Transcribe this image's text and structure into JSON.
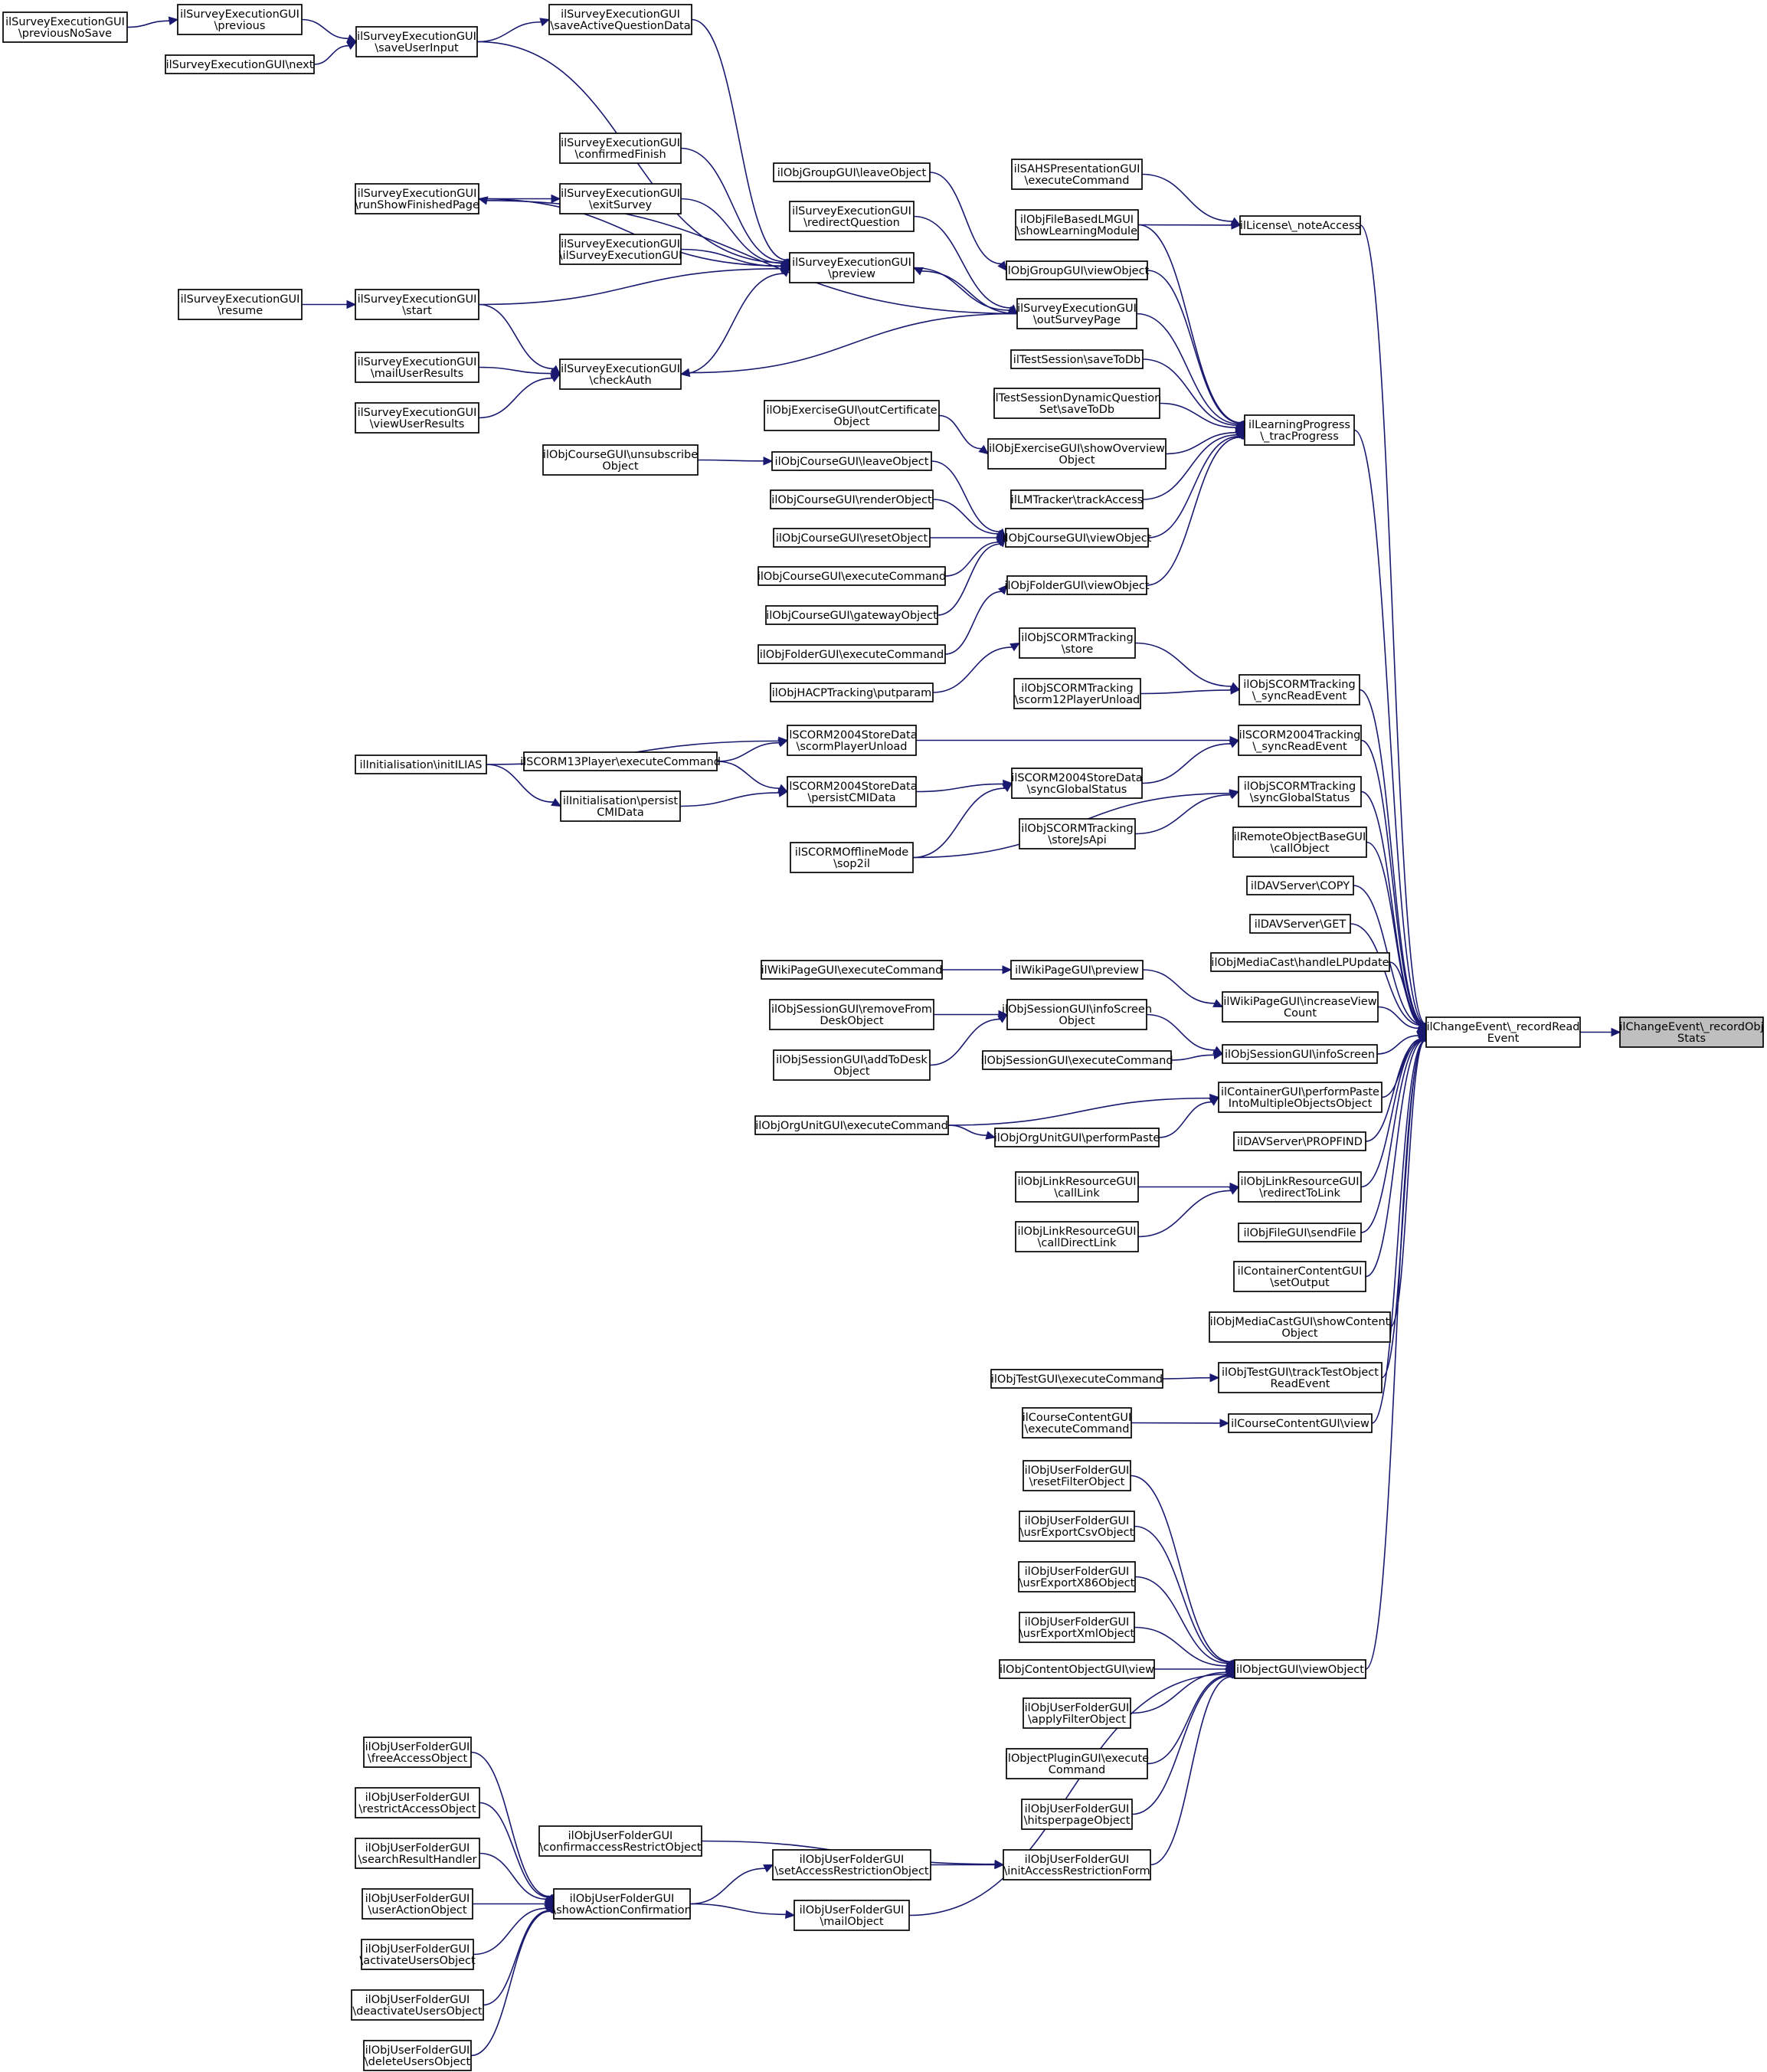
{
  "colors": {
    "edge": "#191970",
    "node_border": "#000000",
    "root_fill": "#bfbfbf"
  },
  "nodes": [
    {
      "id": "root",
      "lines": [
        "ilChangeEvent\\_recordObj",
        "Stats"
      ],
      "root": true
    },
    {
      "id": "recordRead",
      "lines": [
        "ilChangeEvent\\_recordRead",
        "Event"
      ]
    },
    {
      "id": "licNote",
      "lines": [
        "ilLicense\\_noteAccess"
      ]
    },
    {
      "id": "lpTrac",
      "lines": [
        "ilLearningProgress",
        "\\_tracProgress"
      ]
    },
    {
      "id": "scormSync",
      "lines": [
        "ilObjSCORMTracking",
        "\\_syncReadEvent"
      ]
    },
    {
      "id": "scorm2004Sync",
      "lines": [
        "ilSCORM2004Tracking",
        "\\_syncReadEvent"
      ]
    },
    {
      "id": "scormGlobal",
      "lines": [
        "ilObjSCORMTracking",
        "\\syncGlobalStatus"
      ]
    },
    {
      "id": "remoteCall",
      "lines": [
        "ilRemoteObjectBaseGUI",
        "\\callObject"
      ]
    },
    {
      "id": "davCopy",
      "lines": [
        "ilDAVServer\\COPY"
      ]
    },
    {
      "id": "davGet",
      "lines": [
        "ilDAVServer\\GET"
      ]
    },
    {
      "id": "mcHandle",
      "lines": [
        "ilObjMediaCast\\handleLPUpdate"
      ]
    },
    {
      "id": "wikiInc",
      "lines": [
        "ilWikiPageGUI\\increaseView",
        "Count"
      ]
    },
    {
      "id": "sessInfo",
      "lines": [
        "ilObjSessionGUI\\infoScreen"
      ]
    },
    {
      "id": "contPaste",
      "lines": [
        "ilContainerGUI\\performPaste",
        "IntoMultipleObjectsObject"
      ]
    },
    {
      "id": "davProp",
      "lines": [
        "ilDAVServer\\PROPFIND"
      ]
    },
    {
      "id": "linkRedirect",
      "lines": [
        "ilObjLinkResourceGUI",
        "\\redirectToLink"
      ]
    },
    {
      "id": "fileSend",
      "lines": [
        "ilObjFileGUI\\sendFile"
      ]
    },
    {
      "id": "ccSetOut",
      "lines": [
        "ilContainerContentGUI",
        "\\setOutput"
      ]
    },
    {
      "id": "mcShow",
      "lines": [
        "ilObjMediaCastGUI\\showContent",
        "Object"
      ]
    },
    {
      "id": "testTrack",
      "lines": [
        "ilObjTestGUI\\trackTestObject",
        "ReadEvent"
      ]
    },
    {
      "id": "courseContView",
      "lines": [
        "ilCourseContentGUI\\view"
      ]
    },
    {
      "id": "objView",
      "lines": [
        "ilObjectGUI\\viewObject"
      ]
    },
    {
      "id": "sahsExec",
      "lines": [
        "ilSAHSPresentationGUI",
        "\\executeCommand"
      ]
    },
    {
      "id": "flmShow",
      "lines": [
        "ilObjFileBasedLMGUI",
        "\\showLearningModule"
      ]
    },
    {
      "id": "grpView",
      "lines": [
        "ilObjGroupGUI\\viewObject"
      ]
    },
    {
      "id": "outSurvey",
      "lines": [
        "ilSurveyExecutionGUI",
        "\\outSurveyPage"
      ]
    },
    {
      "id": "testSave",
      "lines": [
        "ilTestSession\\saveToDb"
      ]
    },
    {
      "id": "testDynSave",
      "lines": [
        "ilTestSessionDynamicQuestion",
        "Set\\saveToDb"
      ]
    },
    {
      "id": "exShow",
      "lines": [
        "ilObjExerciseGUI\\showOverview",
        "Object"
      ]
    },
    {
      "id": "lmTrack",
      "lines": [
        "ilLMTracker\\trackAccess"
      ]
    },
    {
      "id": "crsView",
      "lines": [
        "ilObjCourseGUI\\viewObject"
      ]
    },
    {
      "id": "fldView",
      "lines": [
        "ilObjFolderGUI\\viewObject"
      ]
    },
    {
      "id": "grpLeave",
      "lines": [
        "ilObjGroupGUI\\leaveObject"
      ]
    },
    {
      "id": "svRedirect",
      "lines": [
        "ilSurveyExecutionGUI",
        "\\redirectQuestion"
      ]
    },
    {
      "id": "svPreview",
      "lines": [
        "ilSurveyExecutionGUI",
        "\\preview"
      ]
    },
    {
      "id": "svSaveActive",
      "lines": [
        "ilSurveyExecutionGUI",
        "\\saveActiveQuestionData"
      ]
    },
    {
      "id": "svConfirm",
      "lines": [
        "ilSurveyExecutionGUI",
        "\\confirmedFinish"
      ]
    },
    {
      "id": "svExit",
      "lines": [
        "ilSurveyExecutionGUI",
        "\\exitSurvey"
      ]
    },
    {
      "id": "svCtor",
      "lines": [
        "ilSurveyExecutionGUI",
        "\\ilSurveyExecutionGUI"
      ]
    },
    {
      "id": "svSaveUser",
      "lines": [
        "ilSurveyExecutionGUI",
        "\\saveUserInput"
      ]
    },
    {
      "id": "svPrevious",
      "lines": [
        "ilSurveyExecutionGUI",
        "\\previous"
      ]
    },
    {
      "id": "svPrevNoSave",
      "lines": [
        "ilSurveyExecutionGUI",
        "\\previousNoSave"
      ]
    },
    {
      "id": "svNext",
      "lines": [
        "ilSurveyExecutionGUI\\next"
      ]
    },
    {
      "id": "svRunFinished",
      "lines": [
        "ilSurveyExecutionGUI",
        "\\runShowFinishedPage"
      ]
    },
    {
      "id": "svStart",
      "lines": [
        "ilSurveyExecutionGUI",
        "\\start"
      ]
    },
    {
      "id": "svResume",
      "lines": [
        "ilSurveyExecutionGUI",
        "\\resume"
      ]
    },
    {
      "id": "svCheckAuth",
      "lines": [
        "ilSurveyExecutionGUI",
        "\\checkAuth"
      ]
    },
    {
      "id": "svMail",
      "lines": [
        "ilSurveyExecutionGUI",
        "\\mailUserResults"
      ]
    },
    {
      "id": "svViewRes",
      "lines": [
        "ilSurveyExecutionGUI",
        "\\viewUserResults"
      ]
    },
    {
      "id": "exOutCert",
      "lines": [
        "ilObjExerciseGUI\\outCertificate",
        "Object"
      ]
    },
    {
      "id": "crsLeave",
      "lines": [
        "ilObjCourseGUI\\leaveObject"
      ]
    },
    {
      "id": "crsUnsub",
      "lines": [
        "ilObjCourseGUI\\unsubscribe",
        "Object"
      ]
    },
    {
      "id": "crsRender",
      "lines": [
        "ilObjCourseGUI\\renderObject"
      ]
    },
    {
      "id": "crsReset",
      "lines": [
        "ilObjCourseGUI\\resetObject"
      ]
    },
    {
      "id": "crsExec",
      "lines": [
        "ilObjCourseGUI\\executeCommand"
      ]
    },
    {
      "id": "crsGateway",
      "lines": [
        "ilObjCourseGUI\\gatewayObject"
      ]
    },
    {
      "id": "fldExec",
      "lines": [
        "ilObjFolderGUI\\executeCommand"
      ]
    },
    {
      "id": "scormStore",
      "lines": [
        "ilObjSCORMTracking",
        "\\store"
      ]
    },
    {
      "id": "scorm12Unload",
      "lines": [
        "ilObjSCORMTracking",
        "\\scorm12PlayerUnload"
      ]
    },
    {
      "id": "hacpPut",
      "lines": [
        "ilObjHACPTracking\\putparam"
      ]
    },
    {
      "id": "s2004Unload",
      "lines": [
        "ilSCORM2004StoreData",
        "\\scormPlayerUnload"
      ]
    },
    {
      "id": "s2004Persist",
      "lines": [
        "ilSCORM2004StoreData",
        "\\persistCMIData"
      ]
    },
    {
      "id": "s2004Global",
      "lines": [
        "ilSCORM2004StoreData",
        "\\syncGlobalStatus"
      ]
    },
    {
      "id": "scormStoreJs",
      "lines": [
        "ilObjSCORMTracking",
        "\\storeJsApi"
      ]
    },
    {
      "id": "offlineSop",
      "lines": [
        "ilSCORMOfflineMode",
        "\\sop2il"
      ]
    },
    {
      "id": "initIlias",
      "lines": [
        "ilInitialisation\\initILIAS"
      ]
    },
    {
      "id": "s13Exec",
      "lines": [
        "ilSCORM13Player\\executeCommand"
      ]
    },
    {
      "id": "initPersist",
      "lines": [
        "ilInitialisation\\persist",
        "CMIData"
      ]
    },
    {
      "id": "wikiPreview",
      "lines": [
        "ilWikiPageGUI\\preview"
      ]
    },
    {
      "id": "wikiExec",
      "lines": [
        "ilWikiPageGUI\\executeCommand"
      ]
    },
    {
      "id": "sessInfoObj",
      "lines": [
        "ilObjSessionGUI\\infoScreen",
        "Object"
      ]
    },
    {
      "id": "sessRemove",
      "lines": [
        "ilObjSessionGUI\\removeFrom",
        "DeskObject"
      ]
    },
    {
      "id": "sessAdd",
      "lines": [
        "ilObjSessionGUI\\addToDesk",
        "Object"
      ]
    },
    {
      "id": "sessExec",
      "lines": [
        "ilObjSessionGUI\\executeCommand"
      ]
    },
    {
      "id": "ouExec",
      "lines": [
        "ilObjOrgUnitGUI\\executeCommand"
      ]
    },
    {
      "id": "ouPaste",
      "lines": [
        "ilObjOrgUnitGUI\\performPaste"
      ]
    },
    {
      "id": "linkCall",
      "lines": [
        "ilObjLinkResourceGUI",
        "\\callLink"
      ]
    },
    {
      "id": "linkDirect",
      "lines": [
        "ilObjLinkResourceGUI",
        "\\callDirectLink"
      ]
    },
    {
      "id": "testExec",
      "lines": [
        "ilObjTestGUI\\executeCommand"
      ]
    },
    {
      "id": "ccExec",
      "lines": [
        "ilCourseContentGUI",
        "\\executeCommand"
      ]
    },
    {
      "id": "ufReset",
      "lines": [
        "ilObjUserFolderGUI",
        "\\resetFilterObject"
      ]
    },
    {
      "id": "ufCsv",
      "lines": [
        "ilObjUserFolderGUI",
        "\\usrExportCsvObject"
      ]
    },
    {
      "id": "ufX86",
      "lines": [
        "ilObjUserFolderGUI",
        "\\usrExportX86Object"
      ]
    },
    {
      "id": "ufXml",
      "lines": [
        "ilObjUserFolderGUI",
        "\\usrExportXmlObject"
      ]
    },
    {
      "id": "coView",
      "lines": [
        "ilObjContentObjectGUI\\view"
      ]
    },
    {
      "id": "ufApply",
      "lines": [
        "ilObjUserFolderGUI",
        "\\applyFilterObject"
      ]
    },
    {
      "id": "pluginExec",
      "lines": [
        "ilObjectPluginGUI\\execute",
        "Command"
      ]
    },
    {
      "id": "ufHits",
      "lines": [
        "ilObjUserFolderGUI",
        "\\hitsperpageObject"
      ]
    },
    {
      "id": "ufInitAccess",
      "lines": [
        "ilObjUserFolderGUI",
        "\\initAccessRestrictionForm"
      ]
    },
    {
      "id": "ufConfirmAccess",
      "lines": [
        "ilObjUserFolderGUI",
        "\\confirmaccessRestrictObject"
      ]
    },
    {
      "id": "ufSetAccess",
      "lines": [
        "ilObjUserFolderGUI",
        "\\setAccessRestrictionObject"
      ]
    },
    {
      "id": "ufMail",
      "lines": [
        "ilObjUserFolderGUI",
        "\\mailObject"
      ]
    },
    {
      "id": "ufShowAction",
      "lines": [
        "ilObjUserFolderGUI",
        "\\showActionConfirmation"
      ]
    },
    {
      "id": "ufFree",
      "lines": [
        "ilObjUserFolderGUI",
        "\\freeAccessObject"
      ]
    },
    {
      "id": "ufRestrict",
      "lines": [
        "ilObjUserFolderGUI",
        "\\restrictAccessObject"
      ]
    },
    {
      "id": "ufSearch",
      "lines": [
        "ilObjUserFolderGUI",
        "\\searchResultHandler"
      ]
    },
    {
      "id": "ufUserAction",
      "lines": [
        "ilObjUserFolderGUI",
        "\\userActionObject"
      ]
    },
    {
      "id": "ufActivate",
      "lines": [
        "ilObjUserFolderGUI",
        "\\activateUsersObject"
      ]
    },
    {
      "id": "ufDeactivate",
      "lines": [
        "ilObjUserFolderGUI",
        "\\deactivateUsersObject"
      ]
    },
    {
      "id": "ufDelete",
      "lines": [
        "ilObjUserFolderGUI",
        "\\deleteUsersObject"
      ]
    }
  ],
  "edges": [
    [
      "recordRead",
      "root"
    ],
    [
      "licNote",
      "recordRead"
    ],
    [
      "lpTrac",
      "recordRead"
    ],
    [
      "scormSync",
      "recordRead"
    ],
    [
      "scorm2004Sync",
      "recordRead"
    ],
    [
      "scormGlobal",
      "recordRead"
    ],
    [
      "remoteCall",
      "recordRead"
    ],
    [
      "davCopy",
      "recordRead"
    ],
    [
      "davGet",
      "recordRead"
    ],
    [
      "mcHandle",
      "recordRead"
    ],
    [
      "wikiInc",
      "recordRead"
    ],
    [
      "sessInfo",
      "recordRead"
    ],
    [
      "contPaste",
      "recordRead"
    ],
    [
      "davProp",
      "recordRead"
    ],
    [
      "linkRedirect",
      "recordRead"
    ],
    [
      "fileSend",
      "recordRead"
    ],
    [
      "ccSetOut",
      "recordRead"
    ],
    [
      "mcShow",
      "recordRead"
    ],
    [
      "testTrack",
      "recordRead"
    ],
    [
      "courseContView",
      "recordRead"
    ],
    [
      "objView",
      "recordRead"
    ],
    [
      "sahsExec",
      "licNote"
    ],
    [
      "flmShow",
      "licNote"
    ],
    [
      "flmShow",
      "lpTrac"
    ],
    [
      "grpView",
      "lpTrac"
    ],
    [
      "outSurvey",
      "lpTrac"
    ],
    [
      "testSave",
      "lpTrac"
    ],
    [
      "testDynSave",
      "lpTrac"
    ],
    [
      "exShow",
      "lpTrac"
    ],
    [
      "lmTrack",
      "lpTrac"
    ],
    [
      "crsView",
      "lpTrac"
    ],
    [
      "fldView",
      "lpTrac"
    ],
    [
      "grpLeave",
      "grpView"
    ],
    [
      "svRedirect",
      "outSurvey"
    ],
    [
      "svPreview",
      "outSurvey"
    ],
    [
      "outSurvey",
      "svPreview"
    ],
    [
      "svSaveActive",
      "svPreview"
    ],
    [
      "svSaveUser",
      "svPreview"
    ],
    [
      "svConfirm",
      "svPreview"
    ],
    [
      "svExit",
      "svPreview"
    ],
    [
      "svCtor",
      "svPreview"
    ],
    [
      "svStart",
      "svPreview"
    ],
    [
      "svCheckAuth",
      "svPreview"
    ],
    [
      "svRunFinished",
      "svPreview"
    ],
    [
      "outSurvey",
      "svRunFinished"
    ],
    [
      "outSurvey",
      "svCheckAuth"
    ],
    [
      "svSaveUser",
      "svSaveActive"
    ],
    [
      "svPrevious",
      "svSaveUser"
    ],
    [
      "svNext",
      "svSaveUser"
    ],
    [
      "svPrevNoSave",
      "svPrevious"
    ],
    [
      "svRunFinished",
      "svExit"
    ],
    [
      "svResume",
      "svStart"
    ],
    [
      "svStart",
      "svCheckAuth"
    ],
    [
      "svMail",
      "svCheckAuth"
    ],
    [
      "svViewRes",
      "svCheckAuth"
    ],
    [
      "exOutCert",
      "exShow"
    ],
    [
      "crsLeave",
      "crsView"
    ],
    [
      "crsRender",
      "crsView"
    ],
    [
      "crsReset",
      "crsView"
    ],
    [
      "crsExec",
      "crsView"
    ],
    [
      "crsGateway",
      "crsView"
    ],
    [
      "crsUnsub",
      "crsLeave"
    ],
    [
      "fldExec",
      "fldView"
    ],
    [
      "scormStore",
      "scormSync"
    ],
    [
      "scorm12Unload",
      "scormSync"
    ],
    [
      "hacpPut",
      "scormStore"
    ],
    [
      "s2004Unload",
      "scorm2004Sync"
    ],
    [
      "s2004Global",
      "scorm2004Sync"
    ],
    [
      "s2004Persist",
      "s2004Global"
    ],
    [
      "offlineSop",
      "s2004Global"
    ],
    [
      "initIlias",
      "s2004Unload"
    ],
    [
      "s13Exec",
      "s2004Unload"
    ],
    [
      "s13Exec",
      "s2004Persist"
    ],
    [
      "initPersist",
      "s2004Persist"
    ],
    [
      "initIlias",
      "initPersist"
    ],
    [
      "scormStoreJs",
      "scormGlobal"
    ],
    [
      "offlineSop",
      "scormGlobal"
    ],
    [
      "wikiPreview",
      "wikiInc"
    ],
    [
      "wikiExec",
      "wikiPreview"
    ],
    [
      "sessInfoObj",
      "sessInfo"
    ],
    [
      "sessExec",
      "sessInfo"
    ],
    [
      "sessRemove",
      "sessInfoObj"
    ],
    [
      "sessAdd",
      "sessInfoObj"
    ],
    [
      "ouExec",
      "contPaste"
    ],
    [
      "ouPaste",
      "contPaste"
    ],
    [
      "ouExec",
      "ouPaste"
    ],
    [
      "linkCall",
      "linkRedirect"
    ],
    [
      "linkDirect",
      "linkRedirect"
    ],
    [
      "testExec",
      "testTrack"
    ],
    [
      "ccExec",
      "courseContView"
    ],
    [
      "ufReset",
      "objView"
    ],
    [
      "ufCsv",
      "objView"
    ],
    [
      "ufX86",
      "objView"
    ],
    [
      "ufXml",
      "objView"
    ],
    [
      "coView",
      "objView"
    ],
    [
      "ufApply",
      "objView"
    ],
    [
      "pluginExec",
      "objView"
    ],
    [
      "ufHits",
      "objView"
    ],
    [
      "ufInitAccess",
      "objView"
    ],
    [
      "ufMail",
      "objView"
    ],
    [
      "ufConfirmAccess",
      "ufInitAccess"
    ],
    [
      "ufSetAccess",
      "ufInitAccess"
    ],
    [
      "ufShowAction",
      "ufSetAccess"
    ],
    [
      "ufShowAction",
      "ufMail"
    ],
    [
      "ufFree",
      "ufShowAction"
    ],
    [
      "ufRestrict",
      "ufShowAction"
    ],
    [
      "ufSearch",
      "ufShowAction"
    ],
    [
      "ufUserAction",
      "ufShowAction"
    ],
    [
      "ufActivate",
      "ufShowAction"
    ],
    [
      "ufDeactivate",
      "ufShowAction"
    ],
    [
      "ufDelete",
      "ufShowAction"
    ]
  ]
}
